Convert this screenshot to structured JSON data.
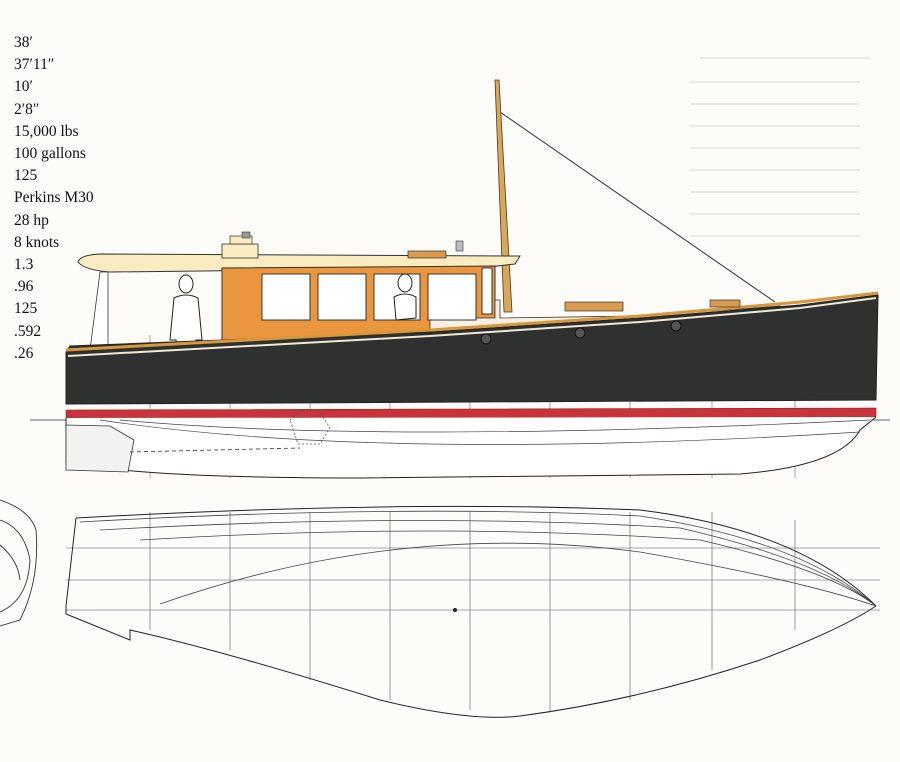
{
  "specs": [
    "38′",
    "37′11″",
    "10′",
    "2′8″",
    "15,000 lbs",
    "100 gallons",
    "125",
    "Perkins M30",
    "28 hp",
    "8 knots",
    "1.3",
    ".96",
    "125",
    ".592",
    ".26"
  ],
  "colors": {
    "hull": "#2f3131",
    "boot_top": "#c9343c",
    "cabin_side": "#e9963f",
    "roof": "#f8ecc0",
    "mast": "#d9a75a",
    "deck_trim": "#d9973c",
    "line": "#2a2a2a",
    "grid": "#555555"
  }
}
